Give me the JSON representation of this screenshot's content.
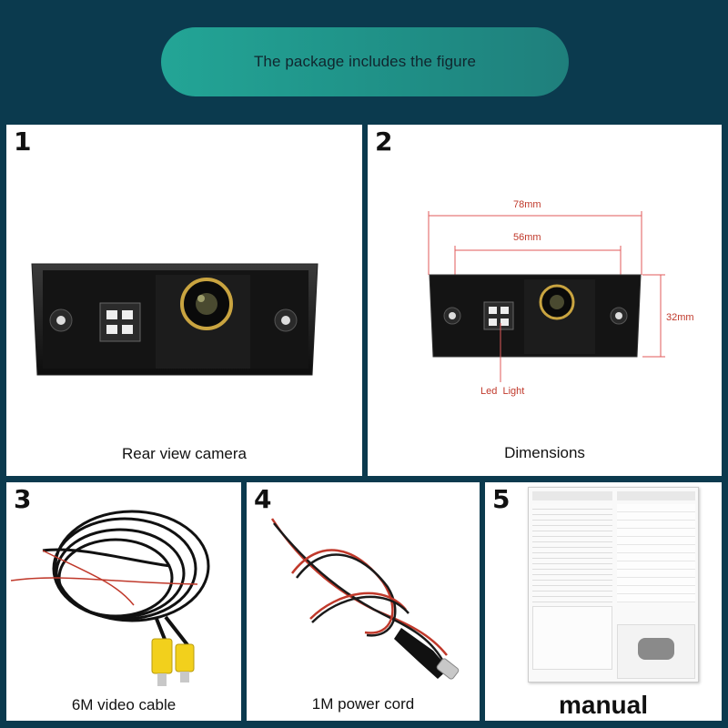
{
  "banner": {
    "text": "The package includes the figure"
  },
  "panels": [
    {
      "number": "1",
      "caption": "Rear view camera"
    },
    {
      "number": "2",
      "caption": "Dimensions",
      "dimensions": {
        "total_width": "78mm",
        "hole_spacing": "56mm",
        "height": "32mm",
        "led_label": "Led  Light"
      }
    },
    {
      "number": "3",
      "caption": "6M video cable"
    },
    {
      "number": "4",
      "caption": "1M power cord"
    },
    {
      "number": "5",
      "caption": "manual"
    }
  ],
  "colors": {
    "background": "#0b3a4e",
    "banner_start": "#23a596",
    "banner_end": "#1f7f7c",
    "dimension_line": "#e05a5a",
    "lens_ring": "#c9a440"
  }
}
